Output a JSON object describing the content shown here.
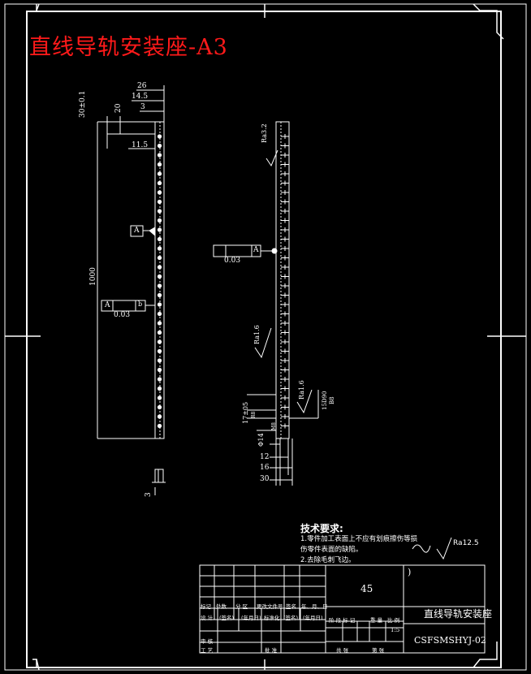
{
  "sheet": {
    "title": "直线导轨安装座-A3"
  },
  "left_view": {
    "dims": [
      "26",
      "14.5",
      "3",
      "30±0.1",
      "20",
      "11.5",
      "1000",
      "3"
    ],
    "datum_label": "A",
    "tolerance": {
      "value": "0.03",
      "datum": "A",
      "symbol": "b"
    }
  },
  "right_view": {
    "tolerance": {
      "value": "0.03",
      "datum": "A"
    },
    "roughness": [
      "Ra3.2",
      "Ra1.6",
      "Ra1.6"
    ],
    "dims": [
      "17±05",
      "Φ14",
      "12",
      "16",
      "30"
    ],
    "dim_codes": [
      "R8",
      "15D90",
      "B8",
      "M8"
    ]
  },
  "notes": {
    "heading": "技术要求:",
    "lines": [
      "1.零件加工表面上不应有划痕擦伤等损",
      "伤零件表面的缺陷。",
      "2.去除毛刺飞边。"
    ],
    "roughness_default": "Ra12.5",
    "roughness_other": ")"
  },
  "title_block": {
    "material": "45",
    "part_name": "直线导轨安装座",
    "drawing_no": "CSFSMSHYJ-02",
    "scale": "1:5",
    "row_labels": [
      "标记",
      "处数",
      "分 区",
      "更改文件号",
      "签名",
      "年、月、日"
    ],
    "design_row": [
      "设 计",
      "(签名)",
      "(年月日)",
      "标准化",
      "(签名)",
      "(年月日)"
    ],
    "stage_labels": [
      "阶 段 标 记",
      "重 量",
      "比 例"
    ],
    "audit": "审 核",
    "process": "工 艺",
    "approve": "批 准",
    "sheets": [
      "共 张",
      "第 张"
    ]
  }
}
